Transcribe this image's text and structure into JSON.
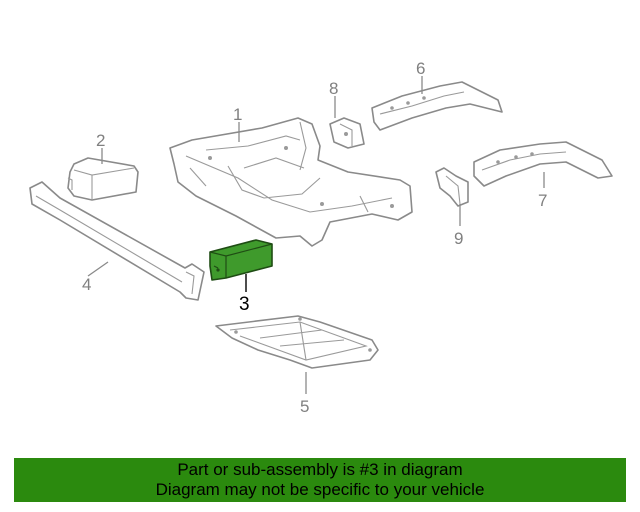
{
  "callouts": {
    "c1": "1",
    "c2": "2",
    "c3": "3",
    "c4": "4",
    "c5": "5",
    "c6": "6",
    "c7": "7",
    "c8": "8",
    "c9": "9"
  },
  "highlight_color": "#3f9a2c",
  "banner": {
    "line1": "Part or sub-assembly is #3 in diagram",
    "line2": "Diagram may not be specific to your vehicle",
    "background": "#2b8a0e"
  }
}
